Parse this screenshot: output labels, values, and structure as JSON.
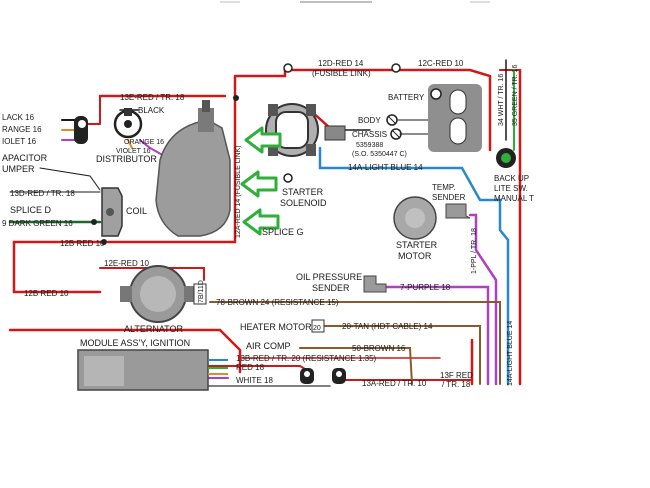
{
  "colors": {
    "red": "#d01818",
    "blue": "#2a88c8",
    "purple": "#b040c0",
    "brown": "#8a5a2a",
    "green": "#2fae3a",
    "orange": "#e08a30",
    "dark_green": "#1f6a2a",
    "black": "#1a1a1a",
    "component_gray": "#9a9a9a"
  },
  "components": {
    "battery": "BATTERY",
    "body_ground": "BODY",
    "chassis_ground": "CHASSIS",
    "chassis_part_no": "5359388",
    "chassis_so_no": "(S.O. 5350447 C)",
    "starter_solenoid_1": "STARTER",
    "starter_solenoid_2": "SOLENOID",
    "starter_motor_1": "STARTER",
    "starter_motor_2": "MOTOR",
    "temp_sender_1": "TEMP.",
    "temp_sender_2": "SENDER",
    "oil_pressure_1": "OIL PRESSURE",
    "oil_pressure_2": "SENDER",
    "alternator": "ALTERNATOR",
    "heater_motor": "HEATER MOTOR",
    "air_comp": "AIR COMP",
    "module_ignition": "MODULE ASS'Y, IGNITION",
    "distributor": "DISTRIBUTOR",
    "coil": "COIL",
    "capacitor_1": "APACITOR",
    "capacitor_2": "UMPER",
    "splice_d": "SPLICE D",
    "splice_g": "SPLICE G",
    "backup_1": "BACK UP",
    "backup_2": "LITE SW.",
    "backup_3": "MANUAL T",
    "alt_tag": "7B/11D",
    "heater_tag": "20"
  },
  "wires": {
    "w12d": "12D-RED 14",
    "w12d_fusible": "(FUSIBLE LINK)",
    "w12c": "12C-RED 10",
    "w13e": "13E-RED / TR. 18",
    "w_black": "BLACK",
    "w_lack16": "LACK 16",
    "w_range16": "RANGE 16",
    "w_iolet16": "IOLET 16",
    "w_orange16": "ORANGE 16",
    "w_violet16": "VIOLET 16",
    "w12a": "12A-RED 14 (FUSIBLE LINK)",
    "w14a": "14A-LIGHT BLUE 14",
    "w14a_vert": "14A-LIGHT BLUE 14",
    "w13d": "13D-RED / TR. 18",
    "w9": "9 DARK GREEN 16",
    "w12b_top": "12B RED 10",
    "w12e": "12E-RED 10",
    "w12b_left": "12B RED 10",
    "w7_purple": "7-PURPLE 18",
    "w1_ppl": "1-PPL / TR. 18",
    "w78": "78-BROWN 24 (RESISTANCE 15)",
    "w20tan": "20-TAN (HDT CABLE) 14",
    "w50": "50-BROWN 16",
    "w13b": "13B-RED / TR. 20 (RESISTANCE 1.35)",
    "w_red18": "RED 18",
    "w_white18": "WHITE 18",
    "w13a": "13A-RED / TR. 10",
    "w13f": "13F RED",
    "w13f_tr": "/ TR. 18",
    "w34": "34 WHT / TR. 16",
    "w35": "35 GREEN / TR. 16"
  }
}
